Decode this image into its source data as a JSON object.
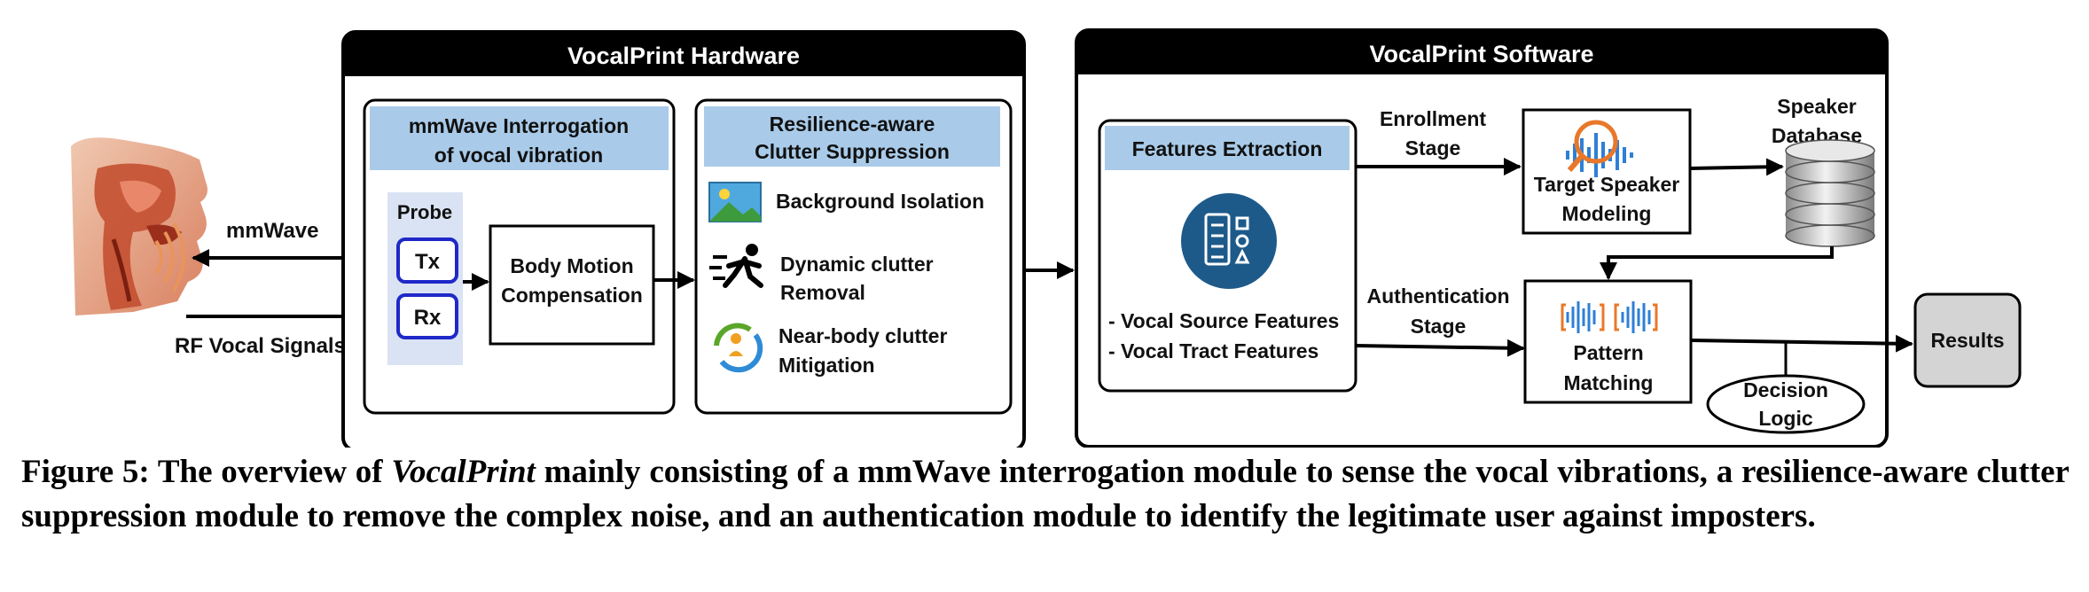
{
  "hardware": {
    "title": "VocalPrint Hardware",
    "mmwave_box": {
      "title_line1": "mmWave Interrogation",
      "title_line2": "of vocal vibration"
    },
    "probe_label": "Probe",
    "tx_label": "Tx",
    "rx_label": "Rx",
    "body_motion": {
      "line1": "Body Motion",
      "line2": "Compensation"
    },
    "clutter_box": {
      "title_line1": "Resilience-aware",
      "title_line2": "Clutter Suppression"
    },
    "background_isolation": "Background Isolation",
    "dynamic_clutter": {
      "line1": "Dynamic clutter",
      "line2": "Removal"
    },
    "near_body": {
      "line1": "Near-body clutter",
      "line2": "Mitigation"
    }
  },
  "left": {
    "mmwave_label": "mmWave",
    "rf_label": "RF Vocal Signals"
  },
  "software": {
    "title": "VocalPrint Software",
    "features_title": "Features Extraction",
    "feature_item1": "- Vocal Source Features",
    "feature_item2": "- Vocal Tract Features",
    "enrollment": {
      "line1": "Enrollment",
      "line2": "Stage"
    },
    "authentication": {
      "line1": "Authentication",
      "line2": "Stage"
    },
    "target_modeling": {
      "line1": "Target Speaker",
      "line2": "Modeling"
    },
    "database": {
      "line1": "Speaker",
      "line2": "Database"
    },
    "pattern_matching": {
      "line1": "Pattern",
      "line2": "Matching"
    },
    "decision": {
      "line1": "Decision",
      "line2": "Logic"
    }
  },
  "results_label": "Results",
  "caption": {
    "prefix": "Figure 5: The overview of ",
    "emphasis": "VocalPrint",
    "rest": " mainly consisting of a mmWave interrogation module to sense the vocal vibrations, a resilience-aware clutter suppression module to remove the complex noise, and an authentication module to identify the legitimate user against imposters."
  },
  "colors": {
    "header_bg": "#000000",
    "subheader_fill": "#a9cbe9",
    "probe_fill": "#dae3f3",
    "txrx_border": "#1f28c8",
    "features_icon": "#1d5a8a",
    "results_fill": "#d4d4d4"
  }
}
